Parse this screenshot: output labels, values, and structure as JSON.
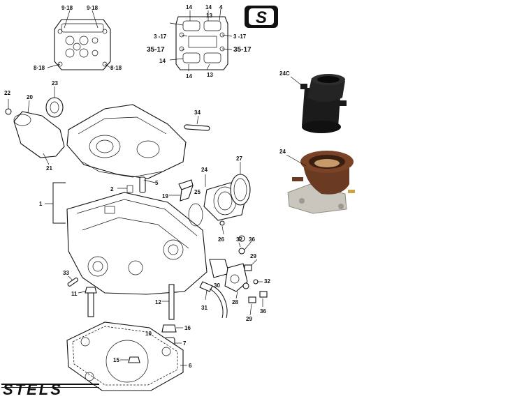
{
  "brand": {
    "wordmark": "STELS",
    "emblem": "S"
  },
  "colors": {
    "line": "#111111",
    "rubber_black": "#1b1b1b",
    "rubber_brown": "#6a3a22",
    "alloy": "#c9c6bd"
  },
  "labels": {
    "top_left": [
      "9·18",
      "9·18",
      "8·18",
      "8·18"
    ],
    "top_right": [
      "14",
      "14",
      "4",
      "13",
      "3 -17",
      "3 -17",
      "35-17",
      "35-17",
      "14",
      "14",
      "13"
    ],
    "photo_24c": "24C",
    "photo_24": "24",
    "main": [
      "22",
      "20",
      "23",
      "21",
      "34",
      "1",
      "2",
      "5",
      "19",
      "24",
      "25",
      "27",
      "26",
      "32",
      "36",
      "33",
      "29",
      "31",
      "30",
      "28",
      "32",
      "29",
      "36",
      "11",
      "12",
      "16",
      "10",
      "7",
      "15",
      "6"
    ]
  }
}
